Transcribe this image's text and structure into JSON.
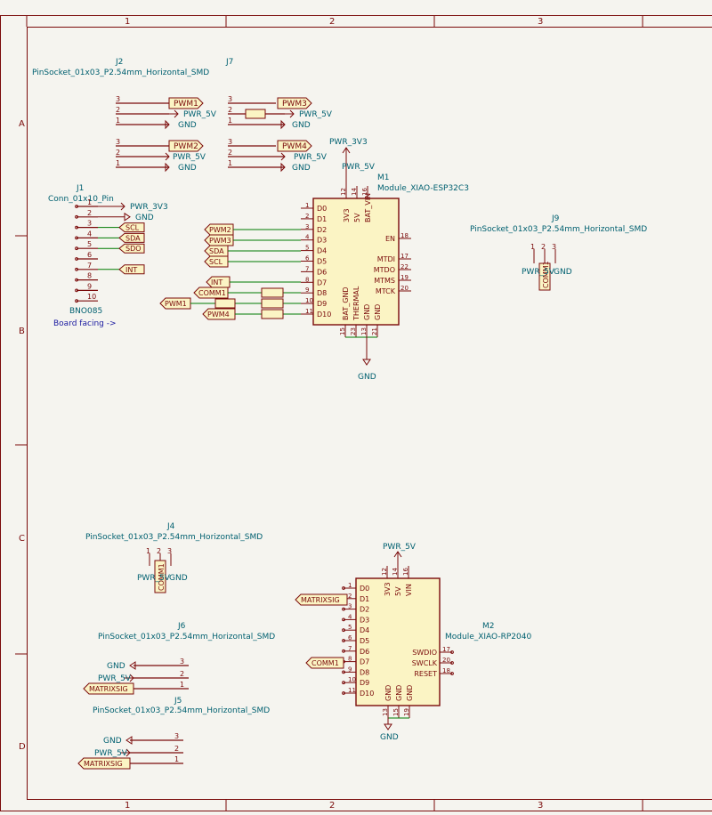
{
  "colors": {
    "background": "#f5f4ef",
    "frame": "#7a0a0a",
    "wire": "#007a00",
    "symbol": "#7a0a0a",
    "body_fill": "#fbf4c4",
    "ref_text": "#006070",
    "value_text": "#006070",
    "pin_text": "#7a0a0a",
    "power_text": "#006070",
    "note_text": "#1a1aa0"
  },
  "frame": {
    "columns": [
      "1",
      "2",
      "3"
    ],
    "rows": [
      "A",
      "B",
      "C",
      "D"
    ]
  },
  "j2": {
    "ref": "J2",
    "value": "PinSocket_01x03_P2.54mm_Horizontal_SMD",
    "pins": [
      "3",
      "2",
      "1"
    ],
    "nets": [
      "PWM1",
      "PWR_5V",
      "GND"
    ]
  },
  "j7": {
    "ref": "J7",
    "pins": [
      "3",
      "2",
      "1"
    ],
    "nets": [
      "PWM3",
      "PWR_5V",
      "GND"
    ]
  },
  "j2b": {
    "pins": [
      "3",
      "2",
      "1"
    ],
    "nets": [
      "PWM2",
      "PWR_5V",
      "GND"
    ]
  },
  "j7b": {
    "pins": [
      "3",
      "2",
      "1"
    ],
    "nets": [
      "PWM4",
      "PWR_5V",
      "GND"
    ]
  },
  "j1": {
    "ref": "J1",
    "value": "Conn_01x10_Pin",
    "pins": [
      "1",
      "2",
      "3",
      "4",
      "5",
      "6",
      "7",
      "8",
      "9",
      "10"
    ],
    "nets": [
      "PWR_3V3",
      "GND",
      "SCL",
      "SDA",
      "SDO",
      "",
      "INT",
      "",
      "",
      ""
    ],
    "part_label": "BNO085",
    "note": "Board facing ->"
  },
  "m1": {
    "ref": "M1",
    "value": "Module_XIAO-ESP32C3",
    "power_top": "PWR_3V3",
    "power_5v": "PWR_5V",
    "gnd": "GND",
    "top_pins": [
      {
        "num": "12",
        "name": "3V3"
      },
      {
        "num": "14",
        "name": "5V"
      },
      {
        "num": "16",
        "name": "BAT_VIN"
      }
    ],
    "left_pins": [
      {
        "num": "1",
        "name": "D0"
      },
      {
        "num": "2",
        "name": "D1"
      },
      {
        "num": "3",
        "name": "D2"
      },
      {
        "num": "4",
        "name": "D3"
      },
      {
        "num": "5",
        "name": "D4"
      },
      {
        "num": "6",
        "name": "D5"
      },
      {
        "num": "7",
        "name": "D6"
      },
      {
        "num": "8",
        "name": "D7"
      },
      {
        "num": "9",
        "name": "D8"
      },
      {
        "num": "10",
        "name": "D9"
      },
      {
        "num": "11",
        "name": "D10"
      }
    ],
    "right_pins": [
      {
        "num": "18",
        "name": "EN"
      },
      {
        "num": "17",
        "name": "MTDI"
      },
      {
        "num": "22",
        "name": "MTDO"
      },
      {
        "num": "19",
        "name": "MTMS"
      },
      {
        "num": "20",
        "name": "MTCK"
      }
    ],
    "bottom_pins": [
      {
        "num": "15",
        "name": "BAT_GND"
      },
      {
        "num": "23",
        "name": "THERMAL"
      },
      {
        "num": "13",
        "name": "GND"
      },
      {
        "num": "21",
        "name": "GND"
      }
    ],
    "labels": [
      "PWM2",
      "PWM3",
      "SDA",
      "SCL",
      "INT",
      "COMM1",
      "PWM1",
      "PWM4"
    ]
  },
  "j9": {
    "ref": "J9",
    "value": "PinSocket_01x03_P2.54mm_Horizontal_SMD",
    "pins": [
      "1",
      "2",
      "3"
    ],
    "label": "COMM1",
    "power": "PWR_5V",
    "gnd": "GND"
  },
  "j4": {
    "ref": "J4",
    "value": "PinSocket_01x03_P2.54mm_Horizontal_SMD",
    "pins": [
      "1",
      "2",
      "3"
    ],
    "label": "COMM1",
    "power": "PWR_5V",
    "gnd": "GND"
  },
  "j6": {
    "ref": "J6",
    "value": "PinSocket_01x03_P2.54mm_Horizontal_SMD",
    "pins": [
      "3",
      "2",
      "1"
    ],
    "nets": [
      "GND",
      "PWR_5V",
      "MATRIXSIG"
    ]
  },
  "j5": {
    "ref": "J5",
    "value": "PinSocket_01x03_P2.54mm_Horizontal_SMD",
    "pins": [
      "3",
      "2",
      "1"
    ],
    "nets": [
      "GND",
      "PWR_5V",
      "MATRIXSIG"
    ]
  },
  "m2": {
    "ref": "M2",
    "value": "Module_XIAO-RP2040",
    "power": "PWR_5V",
    "gnd": "GND",
    "top_pins": [
      {
        "num": "12",
        "name": "3V3"
      },
      {
        "num": "14",
        "name": "5V"
      },
      {
        "num": "16",
        "name": "VIN"
      }
    ],
    "left_pins": [
      {
        "num": "1",
        "name": "D0"
      },
      {
        "num": "2",
        "name": "D1"
      },
      {
        "num": "3",
        "name": "D2"
      },
      {
        "num": "4",
        "name": "D3"
      },
      {
        "num": "5",
        "name": "D4"
      },
      {
        "num": "6",
        "name": "D5"
      },
      {
        "num": "7",
        "name": "D6"
      },
      {
        "num": "8",
        "name": "D7"
      },
      {
        "num": "9",
        "name": "D8"
      },
      {
        "num": "10",
        "name": "D9"
      },
      {
        "num": "11",
        "name": "D10"
      }
    ],
    "right_pins": [
      {
        "num": "17",
        "name": "SWDIO"
      },
      {
        "num": "20",
        "name": "SWCLK"
      },
      {
        "num": "18",
        "name": "RESET"
      }
    ],
    "bottom_pins": [
      {
        "num": "13",
        "name": "GND"
      },
      {
        "num": "15",
        "name": "GND"
      },
      {
        "num": "19",
        "name": "GND"
      }
    ],
    "labels": [
      "MATRIXSIG",
      "COMM1"
    ]
  }
}
